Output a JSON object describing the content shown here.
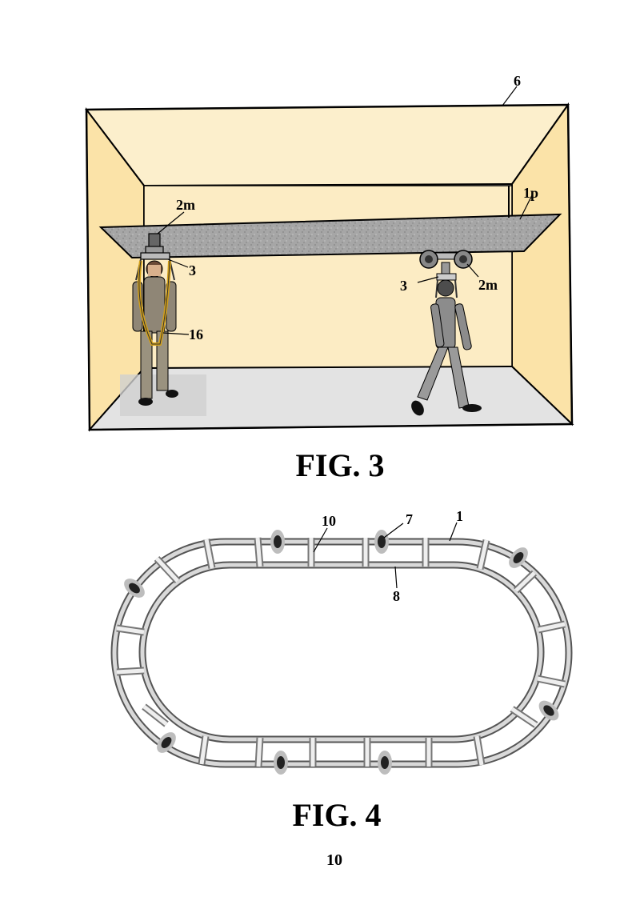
{
  "figure3": {
    "caption": "FIG. 3",
    "labels": {
      "room": "6",
      "track": "1p",
      "trolley_left": "2m",
      "hanger_left": "3",
      "harness": "16",
      "hanger_right": "3",
      "trolley_right": "2m"
    }
  },
  "figure4": {
    "caption": "FIG. 4",
    "labels": {
      "inner_connector": "10",
      "support": "7",
      "outer_rail": "1",
      "inner_rail": "8"
    }
  },
  "page_number": "10",
  "colors": {
    "wall": "#fbe9c0",
    "ceiling": "#fcefcc",
    "floor": "#e4e4e4",
    "track": "#9d9d9d",
    "rail": "#a9a9a9",
    "harness": "#d4a017"
  }
}
